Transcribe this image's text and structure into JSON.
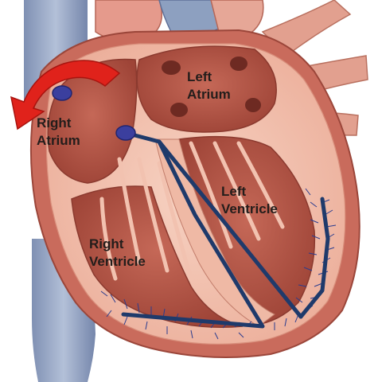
{
  "labels": {
    "left_atrium": [
      "Left",
      "Atrium"
    ],
    "right_atrium": [
      "Right",
      "Atrium"
    ],
    "left_ventricle": [
      "Left",
      "Ventricle"
    ],
    "right_ventricle": [
      "Right",
      "Ventricle"
    ]
  },
  "colors": {
    "background": "#ffffff",
    "vessel_blue": "#9aa9c4",
    "vessel_blue_dark": "#6f81a6",
    "aorta_pink": "#e59a8c",
    "myocardium": "#c8695a",
    "myocardium_dark": "#a94a3f",
    "chamber_wall_light": "#f5c8b5",
    "chamber_fill": "#b75a4c",
    "conduction_path": "#1f3a6b",
    "purkinje_fibers": "#2a3c8f",
    "node_blue": "#3b3f9e",
    "arrow_red": "#e0221b"
  },
  "icons": [
    "curved-red-arrow-icon"
  ]
}
